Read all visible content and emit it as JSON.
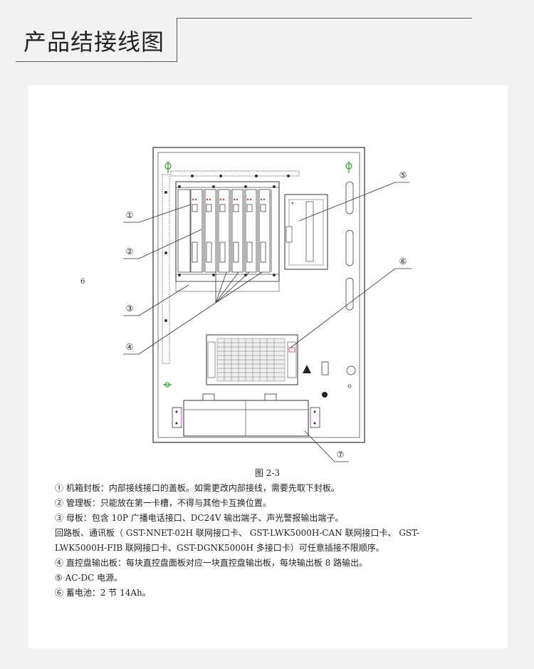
{
  "header": {
    "title": "产品结接线图"
  },
  "stray_mark": "6",
  "diagram": {
    "callouts": [
      "①",
      "②",
      "③",
      "④",
      "⑤",
      "⑥",
      "⑦"
    ],
    "caption": "图 2-3"
  },
  "notes": [
    "①  机箱封板：内部接线接口的盖板。如需更改内部接线，需要先取下封板。",
    "②  管理板：只能放在第一卡槽，不得与其他卡互换位置。",
    "③  母板：包含 10P 广播电话接口、DC24V 输出端子、声光警报输出端子。",
    "回路板、通讯板（  GST-NNET-02H  联网接口卡、  GST-LWK5000H-CAN  联网接口卡、  GST-",
    "LWK5000H-FIB 联网接口卡、GST-DGNK5000H 多接口卡）可任意插接不限顺序。",
    "④  直控盘输出板：每块直控盘面板对应一块直控盘输出板，每块输出板 8 路输出。",
    "⑤  AC-DC 电源。",
    "⑥  蓄电池：2 节 14Ah。"
  ]
}
